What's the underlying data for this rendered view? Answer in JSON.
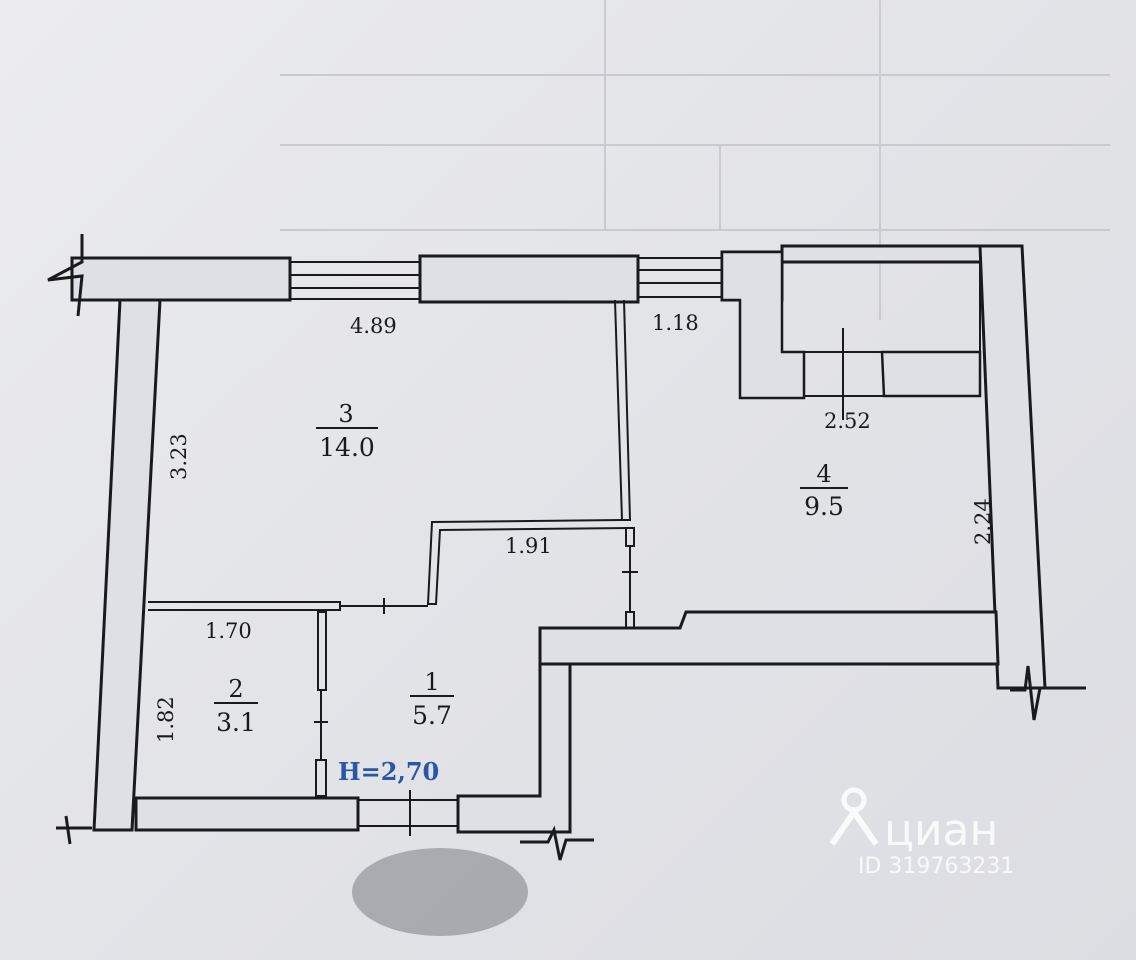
{
  "plan": {
    "ceiling_height": "H=2,70",
    "rooms": [
      {
        "number": "1",
        "area": "5.7"
      },
      {
        "number": "2",
        "area": "3.1"
      },
      {
        "number": "3",
        "area": "14.0"
      },
      {
        "number": "4",
        "area": "9.5"
      }
    ],
    "dimensions": {
      "room3_width": "4.89",
      "room3_depth": "3.23",
      "balcony_width": "1.18",
      "room4_width": "2.52",
      "room4_depth": "2.24",
      "hall_width": "1.91",
      "bath_width": "1.70",
      "bath_depth": "1.82"
    }
  },
  "watermark": {
    "brand": "циан",
    "id": "ID 319763231"
  },
  "colors": {
    "ink": "#1a1a1e",
    "height_label": "#2b56a8",
    "paper": "#e4e5e9"
  }
}
